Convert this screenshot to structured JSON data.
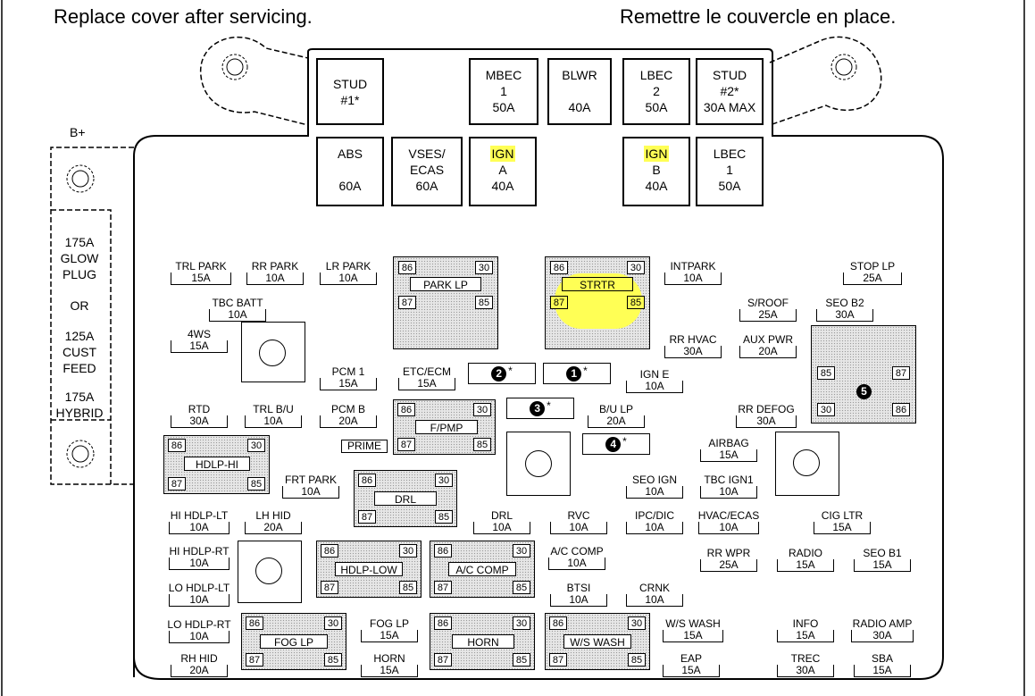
{
  "header": {
    "left": "Replace cover after servicing.",
    "right": "Remettre le couvercle en place."
  },
  "colors": {
    "highlight": "#ffff55"
  },
  "bplus": "B+",
  "side_options": [
    "175A",
    "GLOW",
    "PLUG",
    "OR",
    "125A",
    "CUST",
    "FEED",
    "175A",
    "HYBRID"
  ],
  "big_fuses": [
    {
      "name": "STUD #1*",
      "lines": [
        "STUD",
        "#1*"
      ]
    },
    {
      "lines": [
        "MBEC",
        "1",
        "50A"
      ]
    },
    {
      "lines": [
        "BLWR",
        "",
        "40A"
      ]
    },
    {
      "lines": [
        "LBEC",
        "2",
        "50A"
      ]
    },
    {
      "lines": [
        "STUD",
        "#2*",
        "30A MAX"
      ]
    },
    {
      "lines": [
        "ABS",
        "",
        "60A"
      ]
    },
    {
      "lines": [
        "VSES/",
        "ECAS",
        "60A"
      ]
    },
    {
      "lines": [
        "IGN",
        "A",
        "40A"
      ]
    },
    {
      "lines": [
        "IGN",
        "B",
        "40A"
      ]
    },
    {
      "lines": [
        "LBEC",
        "1",
        "50A"
      ]
    }
  ],
  "relays": [
    {
      "label": "PARK LP",
      "terms": [
        "86",
        "30",
        "87",
        "85"
      ]
    },
    {
      "label": "STRTR",
      "terms": [
        "86",
        "30",
        "87",
        "85"
      ]
    },
    {
      "label": "F/PMP",
      "terms": [
        "86",
        "30",
        "87",
        "85"
      ]
    },
    {
      "label": "HDLP-HI",
      "terms": [
        "86",
        "30",
        "87",
        "85"
      ]
    },
    {
      "label": "DRL",
      "terms": [
        "86",
        "30",
        "87",
        "85"
      ]
    },
    {
      "label": "HDLP-LOW",
      "terms": [
        "86",
        "30",
        "87",
        "85"
      ]
    },
    {
      "label": "A/C COMP",
      "terms": [
        "86",
        "30",
        "87",
        "85"
      ]
    },
    {
      "label": "FOG LP",
      "terms": [
        "86",
        "30",
        "87",
        "85"
      ]
    },
    {
      "label": "HORN",
      "terms": [
        "86",
        "30",
        "87",
        "85"
      ]
    },
    {
      "label": "W/S WASH",
      "terms": [
        "86",
        "30",
        "87",
        "85"
      ]
    },
    {
      "label": "",
      "terms": [
        "85",
        "87",
        "30",
        "86"
      ]
    }
  ],
  "markers": [
    "1",
    "2",
    "3",
    "4",
    "5",
    "*"
  ],
  "fuses": [
    {
      "name": "TRL PARK",
      "amp": "15A"
    },
    {
      "name": "RR PARK",
      "amp": "10A"
    },
    {
      "name": "LR PARK",
      "amp": "10A"
    },
    {
      "name": "TBC BATT",
      "amp": "10A"
    },
    {
      "name": "4WS",
      "amp": "15A"
    },
    {
      "name": "INTPARK",
      "amp": "10A"
    },
    {
      "name": "STOP LP",
      "amp": "25A"
    },
    {
      "name": "S/ROOF",
      "amp": "25A"
    },
    {
      "name": "SEO B2",
      "amp": "30A"
    },
    {
      "name": "RR HVAC",
      "amp": "30A"
    },
    {
      "name": "AUX PWR",
      "amp": "20A"
    },
    {
      "name": "PCM 1",
      "amp": "15A"
    },
    {
      "name": "ETC/ECM",
      "amp": "15A"
    },
    {
      "name": "IGN E",
      "amp": "10A"
    },
    {
      "name": "RTD",
      "amp": "30A"
    },
    {
      "name": "TRL B/U",
      "amp": "10A"
    },
    {
      "name": "PCM B",
      "amp": "20A"
    },
    {
      "name": "B/U LP",
      "amp": "20A"
    },
    {
      "name": "RR DEFOG",
      "amp": "30A"
    },
    {
      "name": "PRIME",
      "amp": ""
    },
    {
      "name": "AIRBAG",
      "amp": "15A"
    },
    {
      "name": "FRT PARK",
      "amp": "10A"
    },
    {
      "name": "SEO IGN",
      "amp": "10A"
    },
    {
      "name": "TBC IGN1",
      "amp": "10A"
    },
    {
      "name": "HI HDLP-LT",
      "amp": "10A"
    },
    {
      "name": "LH HID",
      "amp": "20A"
    },
    {
      "name": "DRL",
      "amp": "10A"
    },
    {
      "name": "RVC",
      "amp": "10A"
    },
    {
      "name": "IPC/DIC",
      "amp": "10A"
    },
    {
      "name": "HVAC/ECAS",
      "amp": "10A"
    },
    {
      "name": "CIG LTR",
      "amp": "15A"
    },
    {
      "name": "HI HDLP-RT",
      "amp": "10A"
    },
    {
      "name": "A/C COMP",
      "amp": "10A"
    },
    {
      "name": "RR WPR",
      "amp": "25A"
    },
    {
      "name": "RADIO",
      "amp": "15A"
    },
    {
      "name": "SEO B1",
      "amp": "15A"
    },
    {
      "name": "LO HDLP-LT",
      "amp": "10A"
    },
    {
      "name": "BTSI",
      "amp": "10A"
    },
    {
      "name": "CRNK",
      "amp": "10A"
    },
    {
      "name": "LO HDLP-RT",
      "amp": "10A"
    },
    {
      "name": "FOG LP",
      "amp": "15A"
    },
    {
      "name": "W/S WASH",
      "amp": "15A"
    },
    {
      "name": "INFO",
      "amp": "15A"
    },
    {
      "name": "RADIO AMP",
      "amp": "30A"
    },
    {
      "name": "RH HID",
      "amp": "20A"
    },
    {
      "name": "HORN",
      "amp": "15A"
    },
    {
      "name": "EAP",
      "amp": "15A"
    },
    {
      "name": "TREC",
      "amp": "30A"
    },
    {
      "name": "SBA",
      "amp": "15A"
    }
  ]
}
